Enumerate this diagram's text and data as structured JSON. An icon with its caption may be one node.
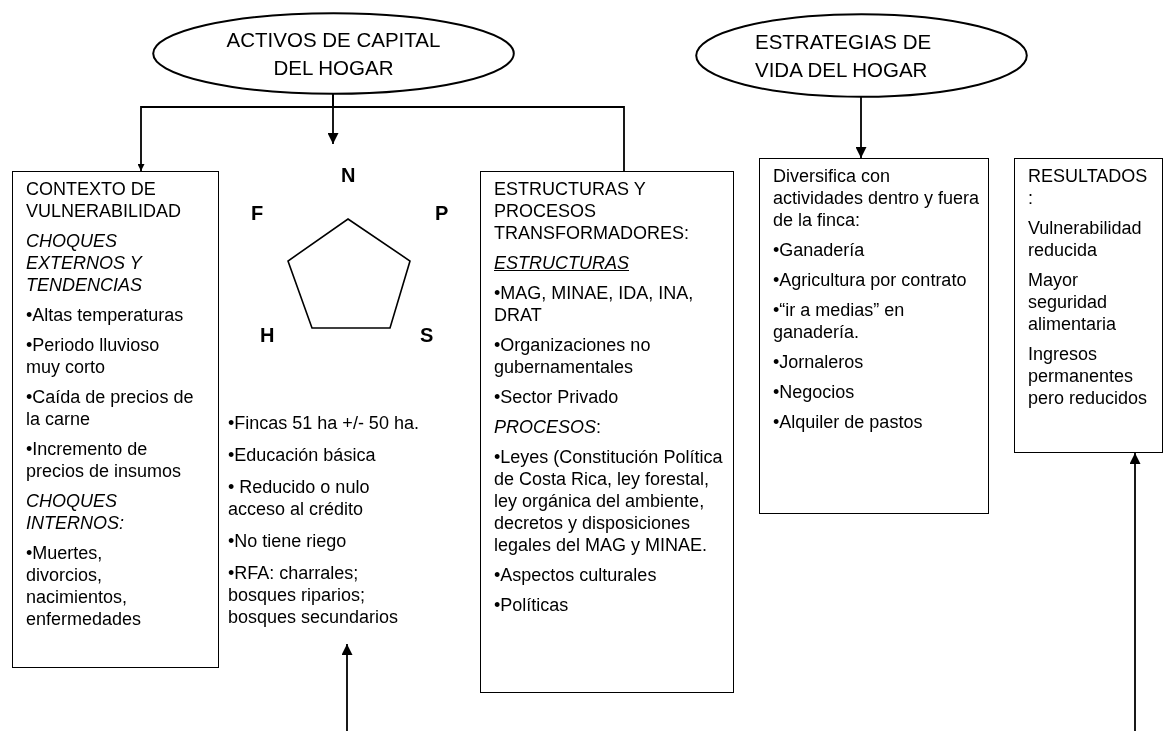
{
  "diagram": {
    "nodes": [
      {
        "text": [
          "ACTIVOS DE CAPITAL DEL HOGAR"
        ]
      },
      {
        "text": [
          "ESTRATEGIAS DE VIDA DEL HOGAR"
        ]
      },
      {
        "text": [
          "CONTEXTO DE VULNERABILIDAD",
          "CHOQUES EXTERNOS Y TENDENCIAS",
          "•Altas temperaturas",
          "•Periodo lluvioso muy corto",
          "•Caída de precios de la carne",
          "•Incremento de precios de insumos",
          "CHOQUES INTERNOS:",
          "•Muertes, divorcios, nacimientos, enfermedades"
        ]
      },
      {
        "text": [],
        "shape": "pentagon",
        "beside": [
          "N",
          "F",
          "P",
          "H",
          "S"
        ]
      },
      {
        "text": [
          "•Fincas 51 ha +/- 50 ha.",
          "•Educación básica",
          "• Reducido o nulo acceso al crédito",
          "•No tiene riego",
          "•RFA: charrales; bosques riparios; bosques secundarios"
        ]
      },
      {
        "text": [
          "ESTRUCTURAS Y PROCESOS TRANSFORMADORES:",
          "ESTRUCTURAS",
          "•MAG, MINAE, IDA, INA, DRAT",
          "•Organizaciones no gubernamentales",
          "•Sector Privado",
          "*PROCESOS*:",
          "•Leyes (Constitución Política de Costa Rica, ley forestal, ley orgánica del ambiente, decretos y disposiciones legales del MAG y MINAE.",
          "•Aspectos culturales",
          "•Políticas"
        ]
      },
      {
        "text": [
          "Diversifica con actividades dentro y fuera de la finca:",
          "•Ganadería",
          "•Agricultura por contrato",
          "•“ir a medias” en ganadería.",
          "•Jornaleros",
          "•Negocios",
          "•Alquiler de pastos"
        ]
      },
      {
        "text": [
          "RESULTADOS :",
          "Vulnerabilidad reducida",
          "Mayor seguridad alimentaria",
          "Ingresos permanentes pero reducidos"
        ]
      }
    ],
    "edges": [
      {
        "from": 0,
        "to": 2,
        "arrow": "to"
      },
      {
        "from": 0,
        "to": 3,
        "arrow": "to"
      },
      {
        "from": 0,
        "to": 5,
        "arrow": "none"
      },
      {
        "from": 1,
        "to": 6,
        "arrow": "to"
      },
      {
        "from": null,
        "to": 4,
        "arrow": "to"
      },
      {
        "from": null,
        "to": 7,
        "arrow": "to"
      }
    ]
  }
}
